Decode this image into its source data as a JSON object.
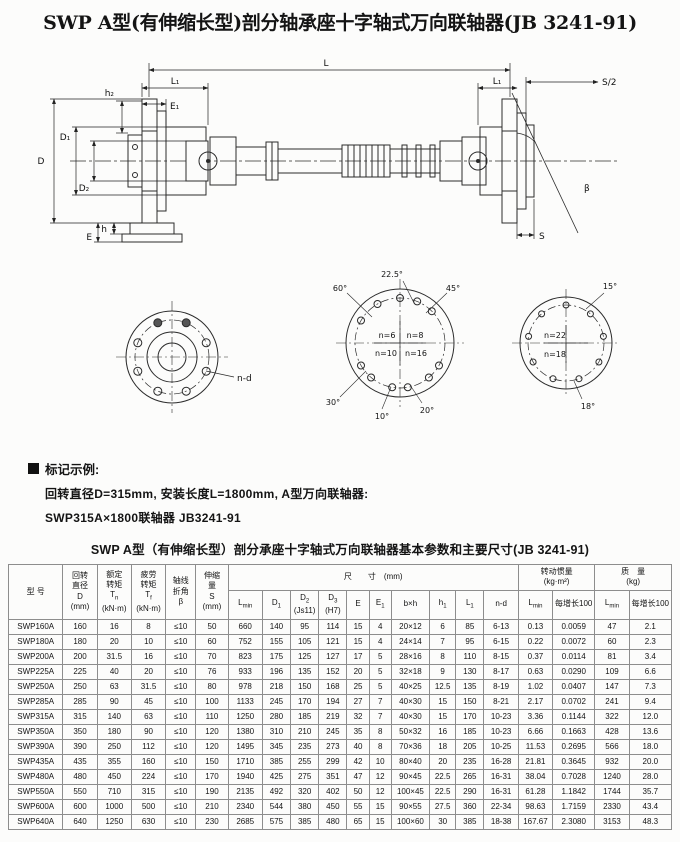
{
  "page": {
    "title": "SWP A型(有伸缩长型)剖分轴承座十字轴式万向联轴器(JB 3241-91)"
  },
  "drawing": {
    "labels": {
      "L": "L",
      "h2": "h₂",
      "L1a": "L₁",
      "E1": "E₁",
      "L1b": "L₁",
      "Shalf": "S/2",
      "D": "D",
      "D1": "D₁",
      "D2": "D₂",
      "h": "h",
      "E": "E",
      "S": "S",
      "beta": "β",
      "nd": "n-d",
      "a225": "22.5°",
      "a60": "60°",
      "a45": "45°",
      "a30": "30°",
      "a10": "10°",
      "a20": "20°",
      "a15": "15°",
      "a18": "18°",
      "n6": "n=6",
      "n8": "n=8",
      "n10": "n=10",
      "n16": "n=16",
      "n22": "n=22",
      "n18": "n=18"
    }
  },
  "example": {
    "heading": "标记示例:",
    "line1": "回转直径D=315mm, 安装长度L=1800mm, A型万向联轴器:",
    "line2": "SWP315A×1800联轴器 JB3241-91"
  },
  "table": {
    "title": "SWP  A型（有伸缩长型）剖分承座十字轴式万向联轴器基本参数和主要尺寸(JB 3241-91)",
    "header": {
      "model": "型 号",
      "d": "回转\n直径\nD\n(mm)",
      "tn": "额定\n转矩\nT~n~\n(kN·m)",
      "tf": "疲劳\n转矩\nT~f~\n(kN·m)",
      "beta": "轴线\n折角\nβ",
      "s": "伸缩\n量\nS\n(mm)",
      "size_group": "尺　　寸　(mm)",
      "inertia_group": "转动惯量\n(kg·m²)",
      "mass_group": "质　量\n(kg)",
      "size_cols": [
        "L~min~",
        "D~1~",
        "D~2~\n(Js11)",
        "D~3~\n(H7)",
        "E",
        "E~1~",
        "b×h",
        "h~1~",
        "L~1~",
        "n-d"
      ],
      "inertia_cols": [
        "L~min~",
        "每增长100"
      ],
      "mass_cols": [
        "L~min~",
        "每增长100"
      ]
    },
    "rows": [
      [
        "SWP160A",
        "160",
        "16",
        "8",
        "≤10",
        "50",
        "660",
        "140",
        "95",
        "114",
        "15",
        "4",
        "20×12",
        "6",
        "85",
        "6-13",
        "0.13",
        "0.0059",
        "47",
        "2.1"
      ],
      [
        "SWP180A",
        "180",
        "20",
        "10",
        "≤10",
        "60",
        "752",
        "155",
        "105",
        "121",
        "15",
        "4",
        "24×14",
        "7",
        "95",
        "6-15",
        "0.22",
        "0.0072",
        "60",
        "2.3"
      ],
      [
        "SWP200A",
        "200",
        "31.5",
        "16",
        "≤10",
        "70",
        "823",
        "175",
        "125",
        "127",
        "17",
        "5",
        "28×16",
        "8",
        "110",
        "8-15",
        "0.37",
        "0.0114",
        "81",
        "3.4"
      ],
      [
        "SWP225A",
        "225",
        "40",
        "20",
        "≤10",
        "76",
        "933",
        "196",
        "135",
        "152",
        "20",
        "5",
        "32×18",
        "9",
        "130",
        "8-17",
        "0.63",
        "0.0290",
        "109",
        "6.6"
      ],
      [
        "SWP250A",
        "250",
        "63",
        "31.5",
        "≤10",
        "80",
        "978",
        "218",
        "150",
        "168",
        "25",
        "5",
        "40×25",
        "12.5",
        "135",
        "8-19",
        "1.02",
        "0.0407",
        "147",
        "7.3"
      ],
      [
        "SWP285A",
        "285",
        "90",
        "45",
        "≤10",
        "100",
        "1133",
        "245",
        "170",
        "194",
        "27",
        "7",
        "40×30",
        "15",
        "150",
        "8-21",
        "2.17",
        "0.0702",
        "241",
        "9.4"
      ],
      [
        "SWP315A",
        "315",
        "140",
        "63",
        "≤10",
        "110",
        "1250",
        "280",
        "185",
        "219",
        "32",
        "7",
        "40×30",
        "15",
        "170",
        "10-23",
        "3.36",
        "0.1144",
        "322",
        "12.0"
      ],
      [
        "SWP350A",
        "350",
        "180",
        "90",
        "≤10",
        "120",
        "1380",
        "310",
        "210",
        "245",
        "35",
        "8",
        "50×32",
        "16",
        "185",
        "10-23",
        "6.66",
        "0.1663",
        "428",
        "13.6"
      ],
      [
        "SWP390A",
        "390",
        "250",
        "112",
        "≤10",
        "120",
        "1495",
        "345",
        "235",
        "273",
        "40",
        "8",
        "70×36",
        "18",
        "205",
        "10-25",
        "11.53",
        "0.2695",
        "566",
        "18.0"
      ],
      [
        "SWP435A",
        "435",
        "355",
        "160",
        "≤10",
        "150",
        "1710",
        "385",
        "255",
        "299",
        "42",
        "10",
        "80×40",
        "20",
        "235",
        "16-28",
        "21.81",
        "0.3645",
        "932",
        "20.0"
      ],
      [
        "SWP480A",
        "480",
        "450",
        "224",
        "≤10",
        "170",
        "1940",
        "425",
        "275",
        "351",
        "47",
        "12",
        "90×45",
        "22.5",
        "265",
        "16-31",
        "38.04",
        "0.7028",
        "1240",
        "28.0"
      ],
      [
        "SWP550A",
        "550",
        "710",
        "315",
        "≤10",
        "190",
        "2135",
        "492",
        "320",
        "402",
        "50",
        "12",
        "100×45",
        "22.5",
        "290",
        "16-31",
        "61.28",
        "1.1842",
        "1744",
        "35.7"
      ],
      [
        "SWP600A",
        "600",
        "1000",
        "500",
        "≤10",
        "210",
        "2340",
        "544",
        "380",
        "450",
        "55",
        "15",
        "90×55",
        "27.5",
        "360",
        "22-34",
        "98.63",
        "1.7159",
        "2330",
        "43.4"
      ],
      [
        "SWP640A",
        "640",
        "1250",
        "630",
        "≤10",
        "230",
        "2685",
        "575",
        "385",
        "480",
        "65",
        "15",
        "100×60",
        "30",
        "385",
        "18-38",
        "167.67",
        "2.3080",
        "3153",
        "48.3"
      ]
    ]
  }
}
